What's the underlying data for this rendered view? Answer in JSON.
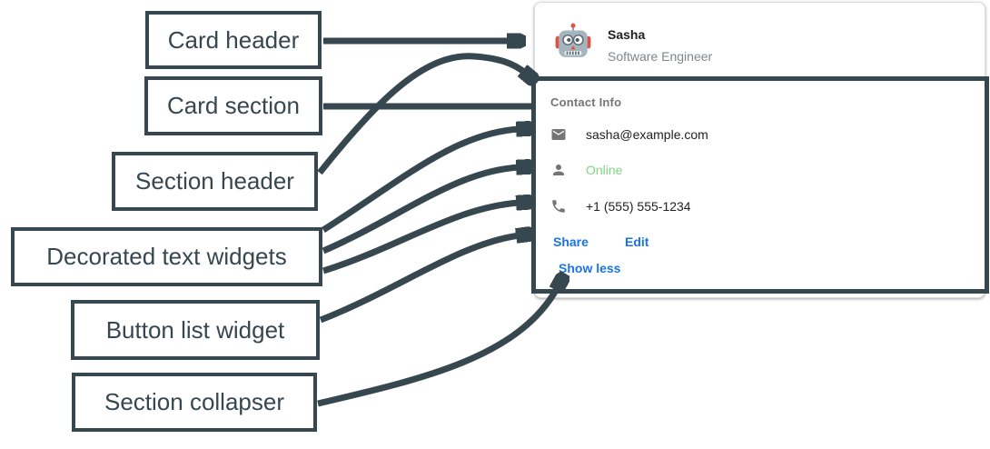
{
  "diagram": {
    "labels": {
      "card_header": "Card header",
      "card_section": "Card section",
      "section_header": "Section header",
      "decorated_text": "Decorated text widgets",
      "button_list": "Button list widget",
      "section_collapser": "Section collapser"
    },
    "annotation_color": "#37474f"
  },
  "card": {
    "header": {
      "avatar_icon": "robot-avatar",
      "name": "Sasha",
      "subtitle": "Software Engineer"
    },
    "section": {
      "header": "Contact Info",
      "rows": [
        {
          "icon": "email-icon",
          "text": "sasha@example.com"
        },
        {
          "icon": "person-icon",
          "text": "Online",
          "status_color": "#80d783"
        },
        {
          "icon": "phone-icon",
          "text": "+1 (555) 555-1234"
        }
      ],
      "buttons": [
        {
          "label": "Share"
        },
        {
          "label": "Edit"
        }
      ],
      "collapser_label": "Show less",
      "accent_color": "#1a73e8"
    }
  }
}
